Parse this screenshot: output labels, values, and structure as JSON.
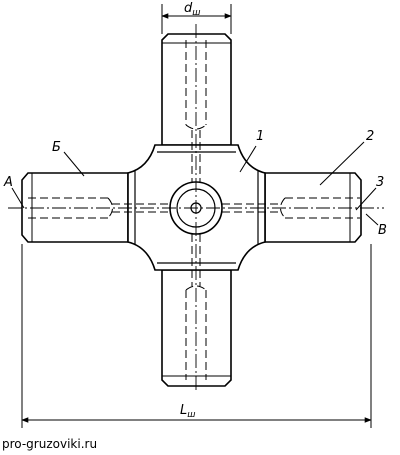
{
  "labels": {
    "part_1": "1",
    "part_2": "2",
    "part_3": "3",
    "point_a": "A",
    "point_b": "Б",
    "point_v": "В"
  },
  "dimensions": {
    "diameter_main": "d",
    "diameter_sub": "ш",
    "length_main": "L",
    "length_sub": "ш"
  },
  "watermark": "pro-gruzoviki.ru"
}
